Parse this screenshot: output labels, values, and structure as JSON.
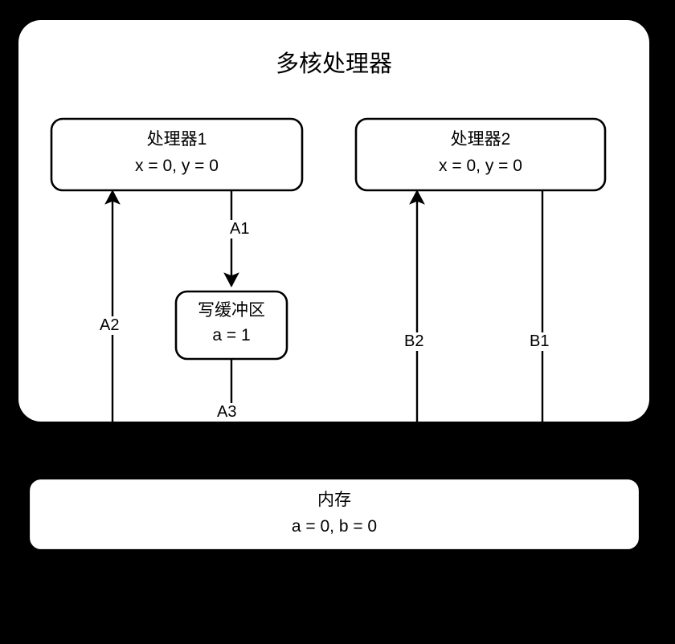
{
  "diagram": {
    "background_color": "#000000",
    "surface_color": "#ffffff",
    "stroke_color": "#000000",
    "container": {
      "title": "多核处理器"
    },
    "nodes": {
      "processor1": {
        "title": "处理器1",
        "state": "x = 0, y = 0"
      },
      "processor2": {
        "title": "处理器2",
        "state": "x = 0, y = 0"
      },
      "write_buffer": {
        "title": "写缓冲区",
        "state": "a = 1"
      },
      "memory": {
        "title": "内存",
        "state": "a = 0, b = 0"
      }
    },
    "edges": [
      {
        "id": "A1",
        "label": "A1",
        "from": "processor1",
        "to": "write_buffer",
        "arrow": true
      },
      {
        "id": "A2",
        "label": "A2",
        "from": "memory",
        "to": "processor1",
        "arrow": true
      },
      {
        "id": "A3",
        "label": "A3",
        "from": "write_buffer",
        "to": "memory",
        "arrow": false
      },
      {
        "id": "B1",
        "label": "B1",
        "from": "processor2",
        "to": "memory",
        "arrow": false
      },
      {
        "id": "B2",
        "label": "B2",
        "from": "memory",
        "to": "processor2",
        "arrow": true
      }
    ]
  }
}
